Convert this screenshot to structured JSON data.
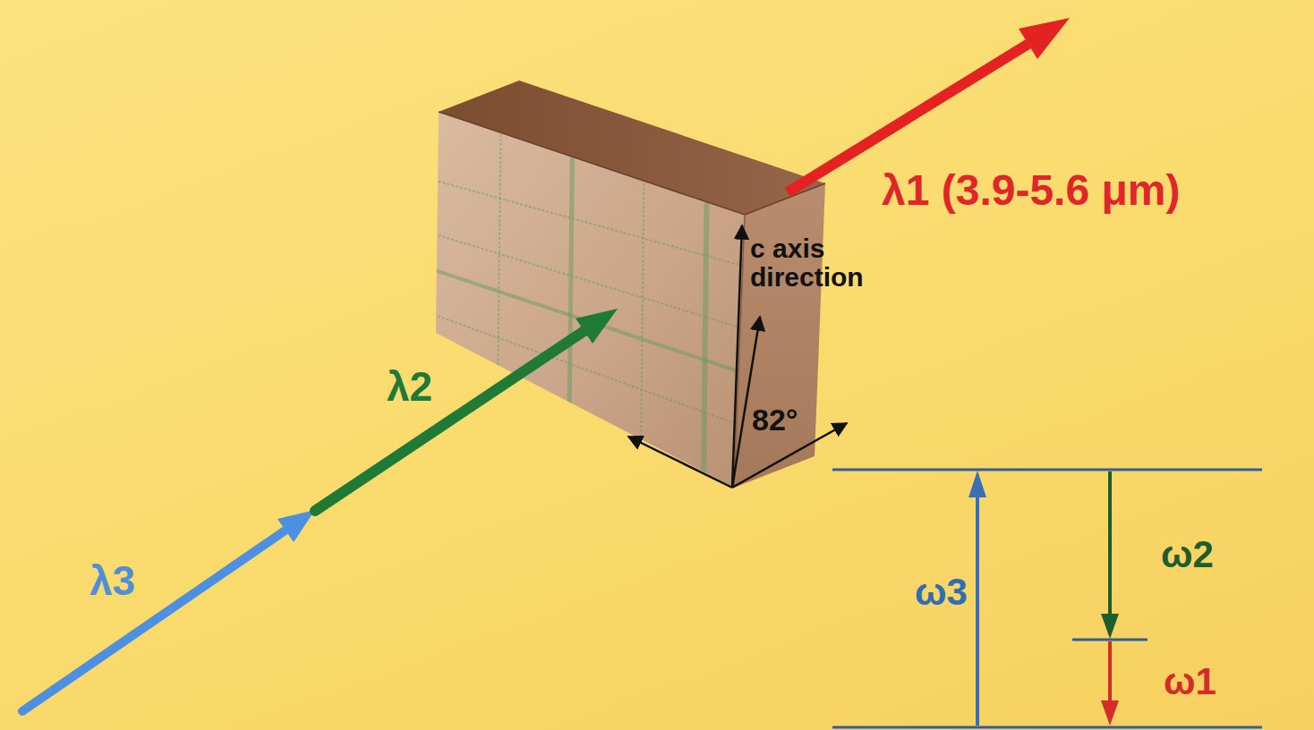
{
  "diagram": {
    "labels": [
      "λ1 (3.9-5.6 μm)",
      "c axis direction",
      "λ2",
      "82°",
      "λ3",
      "ω3",
      "ω2",
      "ω1"
    ]
  }
}
